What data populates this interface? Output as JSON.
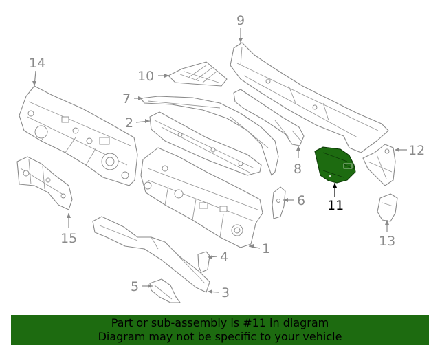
{
  "callouts": {
    "c1": "1",
    "c2": "2",
    "c3": "3",
    "c4": "4",
    "c5": "5",
    "c6": "6",
    "c7": "7",
    "c8": "8",
    "c9": "9",
    "c10": "10",
    "c11": "11",
    "c12": "12",
    "c13": "13",
    "c14": "14",
    "c15": "15"
  },
  "highlighted_part": "11",
  "colors": {
    "highlight": "#1d6b10",
    "line": "#8a8a8a",
    "banner": "#1d6b10"
  },
  "banner": {
    "line1": "Part or sub-assembly is #11 in diagram",
    "line2": "Diagram may not be specific to your vehicle"
  }
}
